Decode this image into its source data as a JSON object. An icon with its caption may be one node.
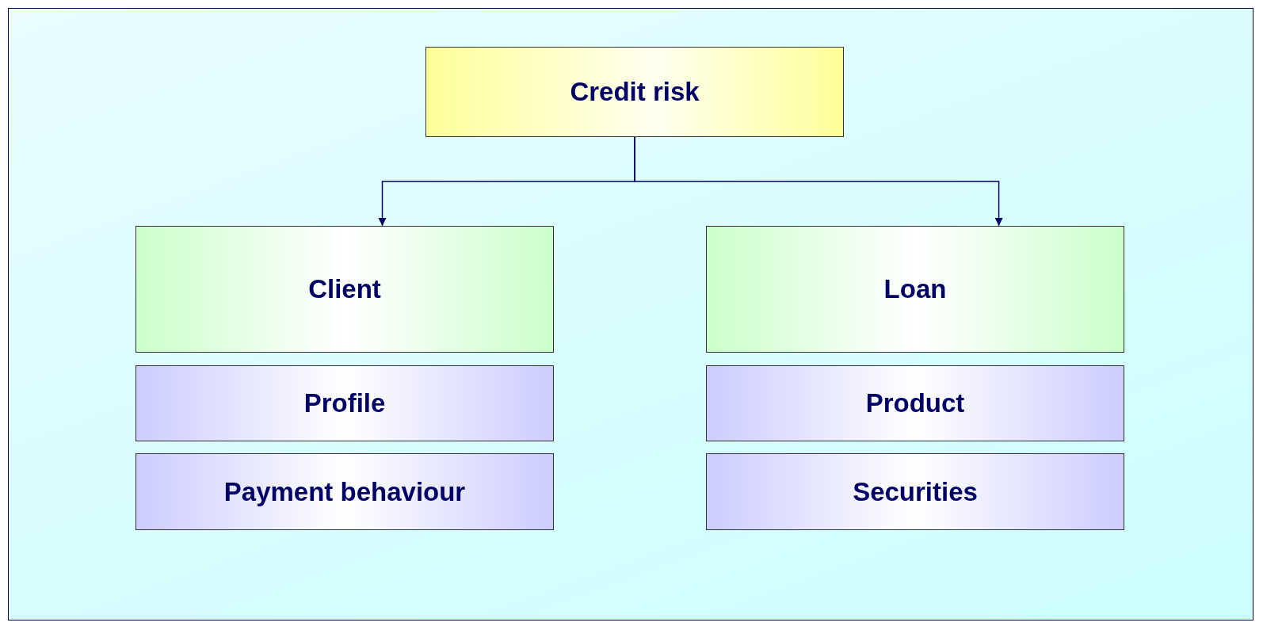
{
  "diagram": {
    "nodes": [
      {
        "text": [
          "Credit risk"
        ]
      },
      {
        "text": [
          "Client"
        ]
      },
      {
        "text": [
          "Profile"
        ]
      },
      {
        "text": [
          "Payment behaviour"
        ]
      },
      {
        "text": [
          "Loan"
        ]
      },
      {
        "text": [
          "Product"
        ]
      },
      {
        "text": [
          "Securities"
        ]
      }
    ],
    "edges": [
      {
        "from": 0,
        "to": 1,
        "arrow": "to"
      },
      {
        "from": 0,
        "to": 4,
        "arrow": "to"
      }
    ]
  }
}
